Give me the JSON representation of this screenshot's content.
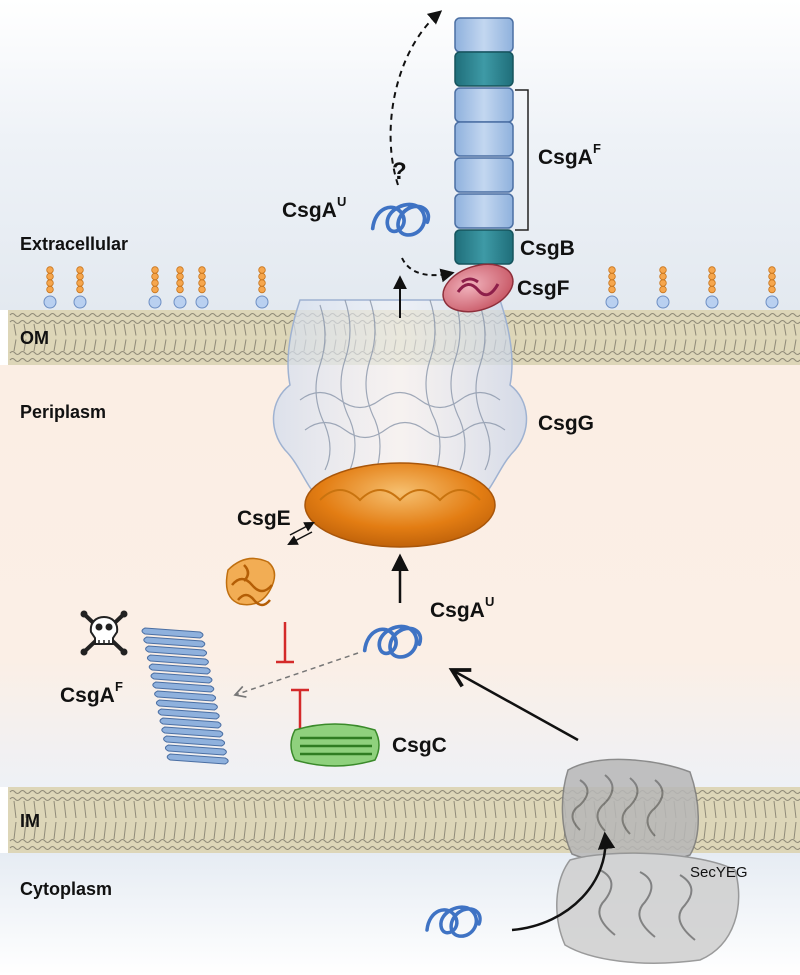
{
  "compartments": {
    "extracellular": "Extracellular",
    "om": "OM",
    "periplasm": "Periplasm",
    "im": "IM",
    "cytoplasm": "Cytoplasm"
  },
  "proteins": {
    "csga_u_top": {
      "base": "CsgA",
      "sup": "U"
    },
    "csga_u_mid": {
      "base": "CsgA",
      "sup": "U"
    },
    "csga_f_fiber": {
      "base": "CsgA",
      "sup": "F"
    },
    "csga_f_toxic": {
      "base": "CsgA",
      "sup": "F"
    },
    "csgb": "CsgB",
    "csgf": "CsgF",
    "csgg": "CsgG",
    "csge": "CsgE",
    "csgc": "CsgC",
    "secyeg": "SecYEG"
  },
  "annotations": {
    "question": "?",
    "toxic_symbol": "☠"
  },
  "colors": {
    "csga_blue": "#3f73c4",
    "fiber_light": "#a9c4e6",
    "csgb_teal": "#2b7f8c",
    "csgf_red": "#c4505e",
    "csgg_orange": "#e07a12",
    "csge_orange": "#e8952a",
    "csgc_green": "#4a9a3a",
    "inhibit_red": "#d42a2a",
    "membrane_tan": "#ddd6b8",
    "periplasm_peach": "#fbeee4"
  }
}
